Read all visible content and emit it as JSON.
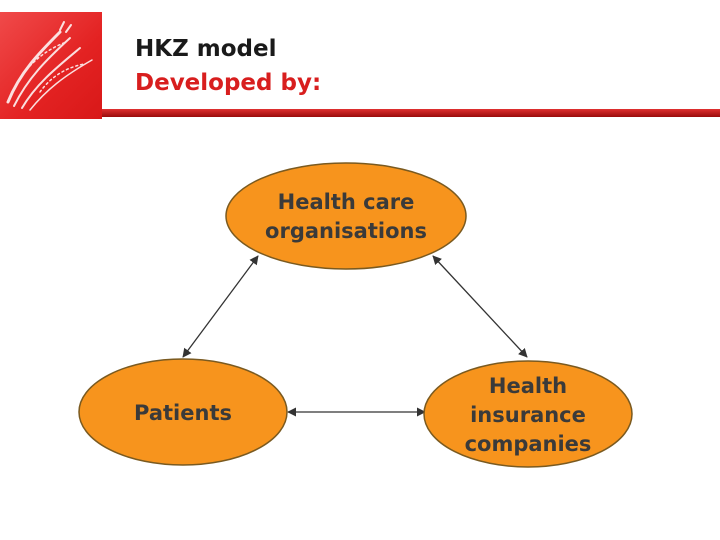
{
  "header": {
    "title_line1": "HKZ model",
    "title_line2": "Developed by:",
    "logo_icon": "red-dna-swirl-logo"
  },
  "colors": {
    "node_fill": "#f7941d",
    "node_stroke": "#7a5a20",
    "title_accent": "#d81e1e",
    "header_rule": "#c41a1a"
  },
  "diagram": {
    "nodes": {
      "top": "Health care organisations",
      "left": "Patients",
      "right": "Health insurance companies"
    },
    "connections": [
      [
        "top",
        "left"
      ],
      [
        "top",
        "right"
      ],
      [
        "left",
        "right"
      ]
    ]
  }
}
